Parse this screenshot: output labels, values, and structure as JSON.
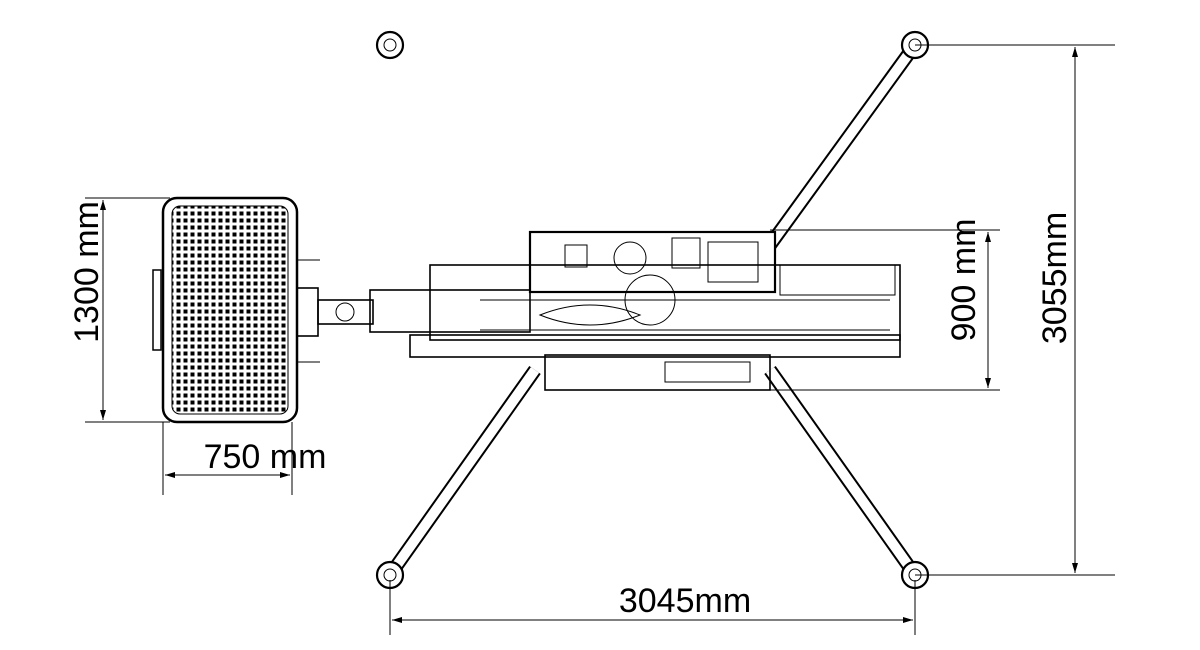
{
  "title": "Spider lift top view dimensions",
  "dimensions": {
    "platform_height": "1300 mm",
    "platform_width": "750 mm",
    "body_width": "900 mm",
    "outrigger_span_vertical": "3055mm",
    "outrigger_span_horizontal": "3045mm"
  },
  "colors": {
    "line": "#000000",
    "background": "#ffffff"
  }
}
